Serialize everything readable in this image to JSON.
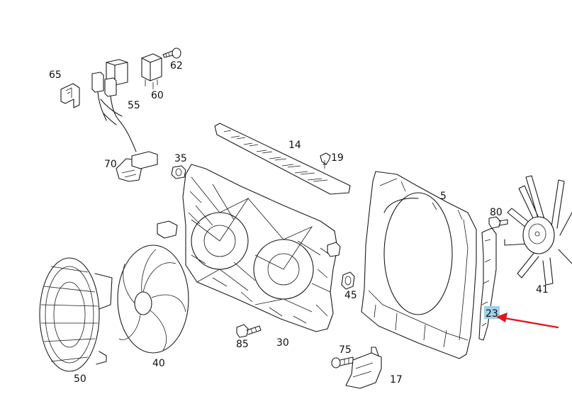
{
  "parts": {
    "p65": "65",
    "p62": "62",
    "p60": "60",
    "p55": "55",
    "p70": "70",
    "p35": "35",
    "p14": "14",
    "p19": "19",
    "p5": "5",
    "p80": "80",
    "p41": "41",
    "p45": "45",
    "p23": "23",
    "p85": "85",
    "p30": "30",
    "p75": "75",
    "p17": "17",
    "p50": "50",
    "p40": "40"
  },
  "highlight": {
    "part": "23",
    "color": "#9fd0ea"
  },
  "pointer": {
    "color": "#e0151b"
  }
}
